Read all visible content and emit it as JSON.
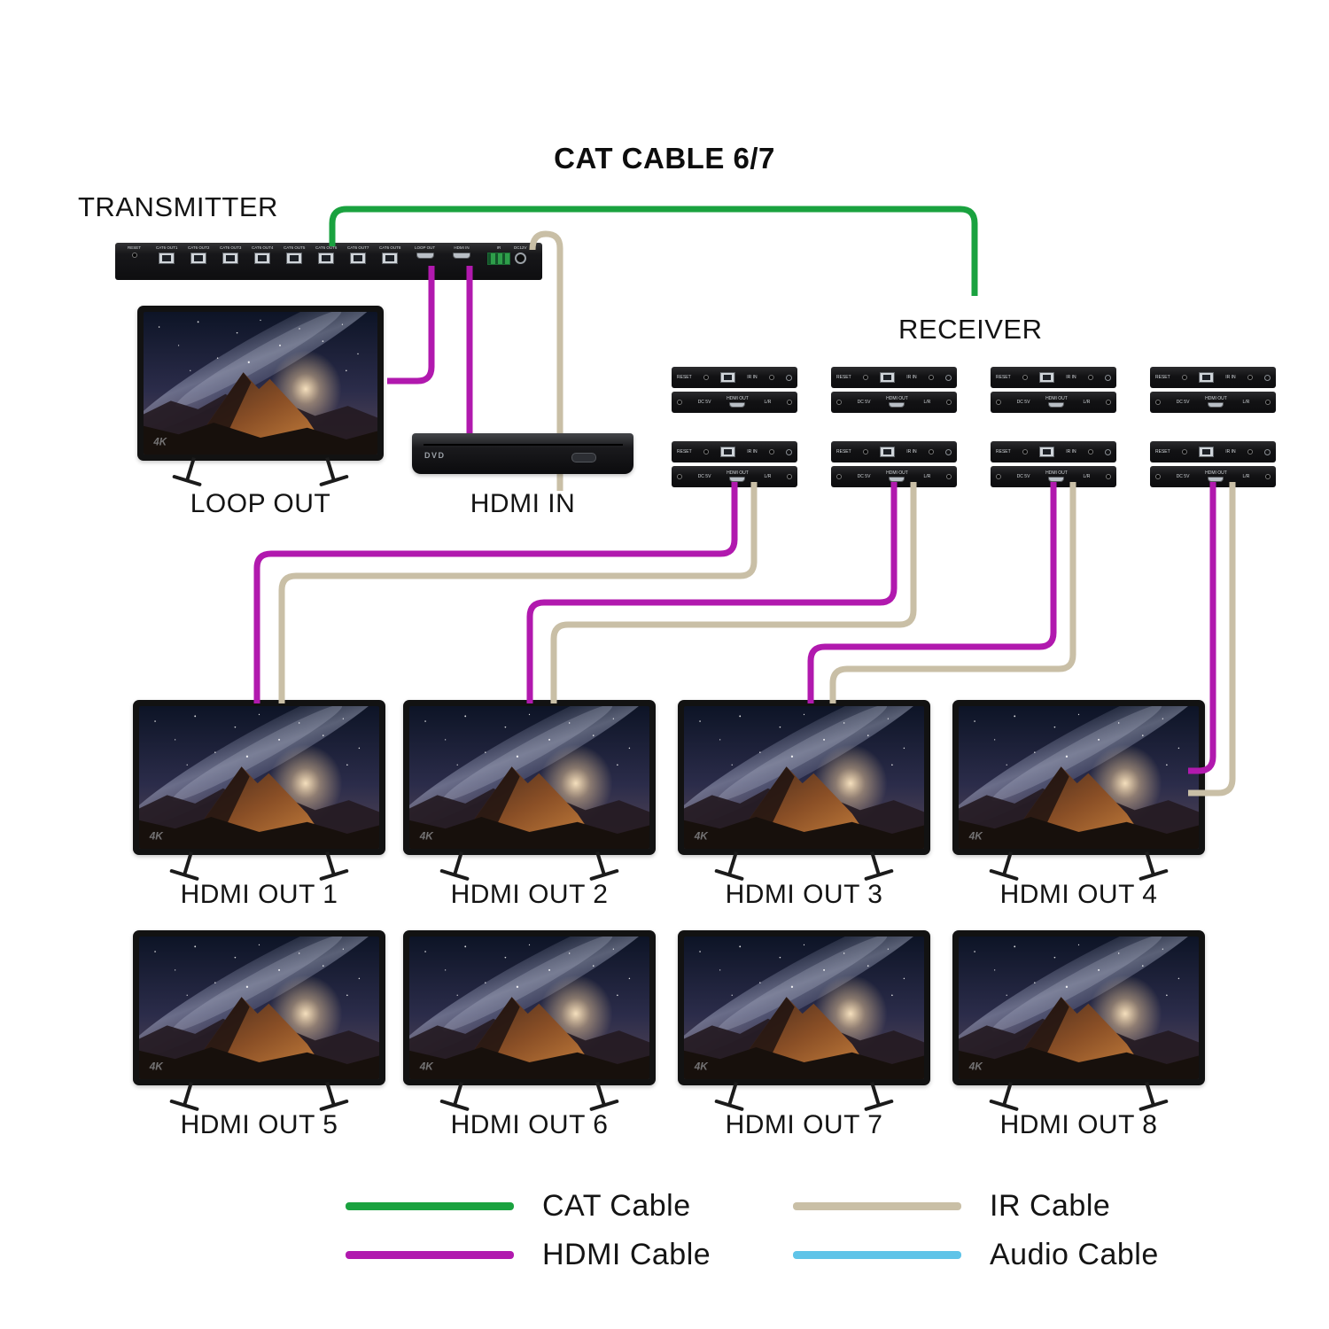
{
  "title": "CAT CABLE 6/7",
  "transmitter": {
    "label": "TRANSMITTER",
    "reset": "RESET",
    "ports": [
      "CAT6 OUT1",
      "CAT6 OUT2",
      "CAT6 OUT3",
      "CAT6 OUT4",
      "CAT6 OUT5",
      "CAT6 OUT6",
      "CAT6 OUT7",
      "CAT6 OUT8"
    ],
    "loop_out": "LOOP OUT",
    "hdmi_in": "HDMI IN",
    "ir": "IR",
    "power": "DC12V"
  },
  "receiver": {
    "label": "RECEIVER",
    "reset": "RESET",
    "ir_in": "IR IN",
    "dc": "DC 5V",
    "hdmi_out": "HDMI OUT",
    "lr": "L/R"
  },
  "source": {
    "tv_label": "LOOP OUT",
    "player_label": "HDMI IN",
    "player_logo": "DVD"
  },
  "outputs": [
    "HDMI OUT 1",
    "HDMI OUT 2",
    "HDMI OUT 3",
    "HDMI OUT 4",
    "HDMI OUT 5",
    "HDMI OUT 6",
    "HDMI OUT 7",
    "HDMI OUT 8"
  ],
  "tv_badge": "4K",
  "legend": {
    "cat": {
      "label": "CAT Cable",
      "color": "#1aa23f"
    },
    "hdmi": {
      "label": "HDMI Cable",
      "color": "#b119ae"
    },
    "ir": {
      "label": "IR Cable",
      "color": "#c9bfa6"
    },
    "audio": {
      "label": "Audio Cable",
      "color": "#5fc4e8"
    }
  }
}
